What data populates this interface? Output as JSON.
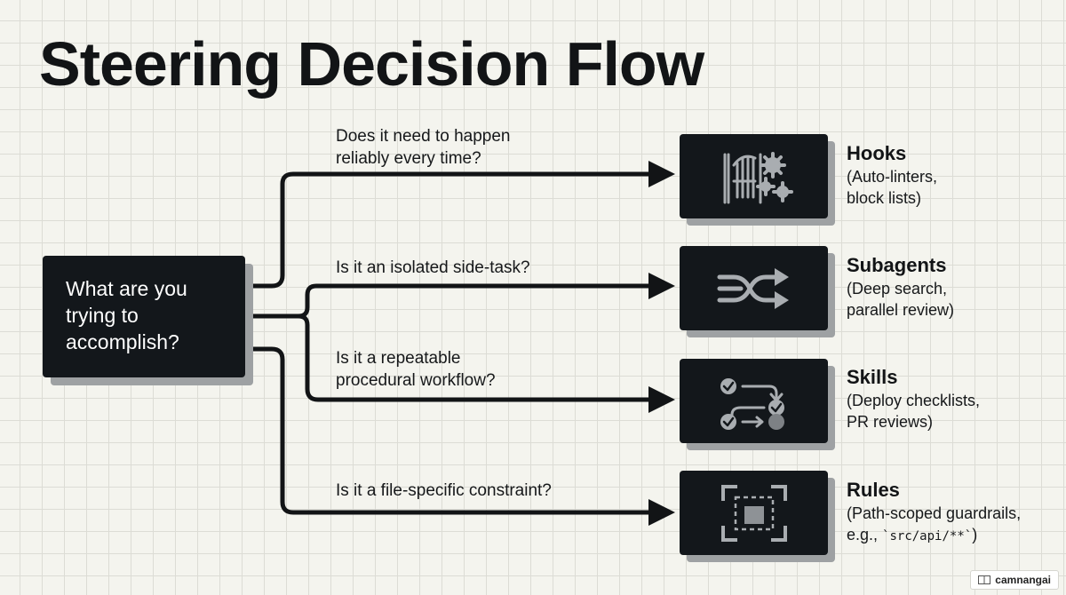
{
  "title": "Steering Decision Flow",
  "start": {
    "lines": [
      "What are you",
      "trying to",
      "accomplish?"
    ]
  },
  "branches": [
    {
      "question": [
        "Does it need to happen",
        "reliably every time?"
      ],
      "result_title": "Hooks",
      "result_desc": [
        "(Auto-linters,",
        "block lists)"
      ],
      "icon": "gate-gears-icon"
    },
    {
      "question": [
        "Is it an isolated side-task?"
      ],
      "result_title": "Subagents",
      "result_desc": [
        "(Deep search,",
        "parallel review)"
      ],
      "icon": "split-arrows-icon"
    },
    {
      "question": [
        "Is it a repeatable",
        "procedural workflow?"
      ],
      "result_title": "Skills",
      "result_desc": [
        "(Deploy checklists,",
        "PR reviews)"
      ],
      "icon": "checklist-flow-icon"
    },
    {
      "question": [
        "Is it a file-specific constraint?"
      ],
      "result_title": "Rules",
      "result_desc": [
        "(Path-scoped guardrails,",
        "e.g., ",
        "`src/api/**`",
        ")"
      ],
      "icon": "scope-frame-icon"
    }
  ],
  "watermark": "camnangai",
  "colors": {
    "box": "#13171b",
    "shadow": "#9ea1a3",
    "line": "#121416",
    "background": "#f4f4ee",
    "icon": "#a9adb1"
  }
}
